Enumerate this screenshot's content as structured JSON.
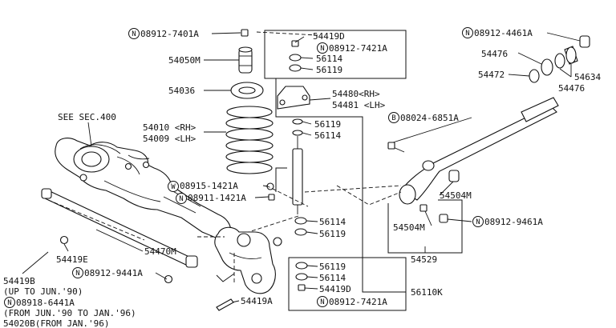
{
  "callouts": {
    "c_see_sec": "SEE SEC.400",
    "c_08912_7401A": "08912-7401A",
    "c_54050M": "54050M",
    "c_54036": "54036",
    "c_54010": "54010 <RH>",
    "c_54009": "54009 <LH>",
    "c_08915_1421A": "08915-1421A",
    "c_08911_1421A": "08911-1421A",
    "c_54419D_top": "54419D",
    "c_08912_7421A_top": "08912-7421A",
    "c_56114_a": "56114",
    "c_56119_a": "56119",
    "c_54480": "54480<RH>",
    "c_54481": "54481 <LH>",
    "c_56119_b": "56119",
    "c_56114_b": "56114",
    "c_56114_c": "56114",
    "c_56119_c": "56119",
    "c_56119_d": "56119",
    "c_56114_d": "56114",
    "c_54419D_bot": "54419D",
    "c_08912_7421A_bot": "08912-7421A",
    "c_56110K": "56110K",
    "c_08912_4461A": "08912-4461A",
    "c_54476_a": "54476",
    "c_54472": "54472",
    "c_54476_b": "54476",
    "c_54634": "54634",
    "c_08024_6851A": "08024-6851A",
    "c_54504M_a": "54504M",
    "c_54504M_b": "54504M",
    "c_08912_9461A": "08912-9461A",
    "c_54529": "54529",
    "c_54470M": "54470M",
    "c_54419E": "54419E",
    "c_54419B": "54419B",
    "c_up_to": "(UP TO JUN.'90)",
    "c_08918_6441A": "08918-6441A",
    "c_from_jun": "(FROM JUN.'90 TO JAN.'96)",
    "c_54020B": "54020B(FROM JAN.'96)",
    "c_08912_9441A": "08912-9441A",
    "c_54419A": "54419A"
  },
  "badges": {
    "n": "N",
    "w": "W",
    "b": "B"
  }
}
